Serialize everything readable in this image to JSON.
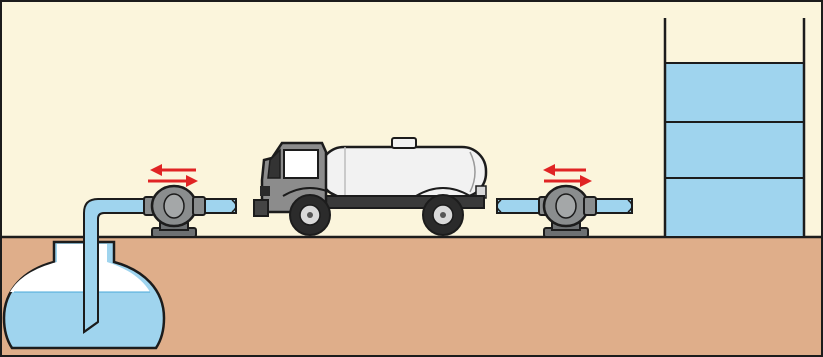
{
  "colors": {
    "sky": "#fbf5dc",
    "ground": "#dfae8a",
    "water": "#9fd4ee",
    "pipe": "#9fd4ee",
    "arrow": "#e02424",
    "outline": "#1c1c1c",
    "pump_body": "#8a8d8e",
    "tank_body": "#f2f2f2",
    "cab": "#8c8c8c"
  },
  "scene": {
    "elements": [
      "underground-cistern",
      "suction-pipe",
      "left-pump",
      "tanker-truck",
      "right-pump",
      "delivery-pipe",
      "storage-tank"
    ],
    "flow_arrows": [
      "left",
      "right"
    ],
    "storage_tank_levels": 3
  }
}
